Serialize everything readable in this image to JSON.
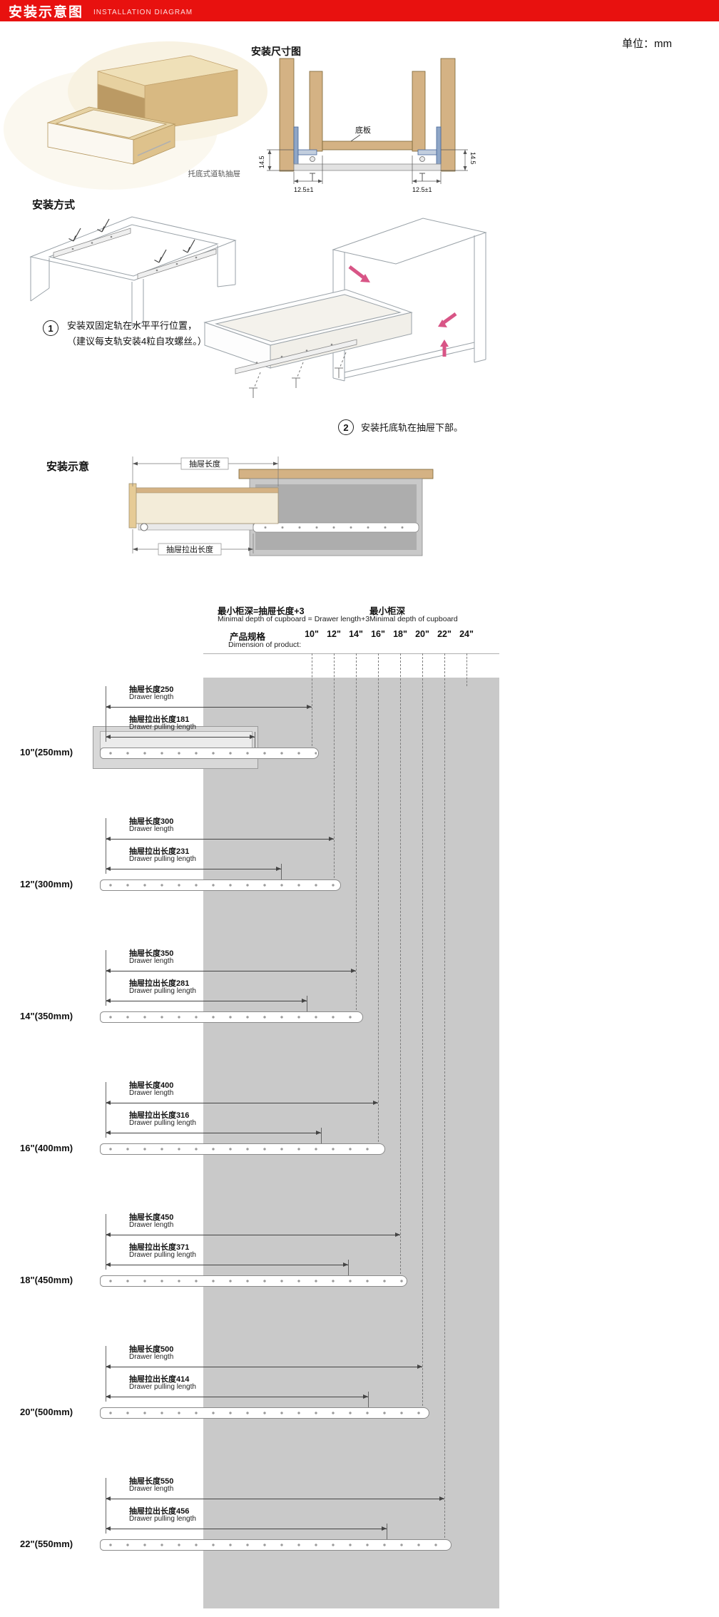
{
  "header": {
    "title_cn": "安装示意图",
    "title_en": "INSTALLATION DIAGRAM"
  },
  "unit_label": "单位：mm",
  "drawer_photo": {
    "caption": "托底式道轨抽屉"
  },
  "dimension_diagram": {
    "title": "安装尺寸图",
    "bottom_panel_label": "底板",
    "side_height": "14.5",
    "side_offset": "12.5±1"
  },
  "installation_method": {
    "title": "安装方式",
    "steps": [
      {
        "num": "1",
        "line1": "安装双固定轨在水平平行位置，",
        "line2": "（建议每支轨安装4粒自攻螺丝。）"
      },
      {
        "num": "2",
        "line1": "安装托底轨在抽屉下部。"
      }
    ]
  },
  "installation_sketch": {
    "title": "安装示意",
    "drawer_length_label": "抽屉长度",
    "pull_length_label": "抽屉拉出长度"
  },
  "chart_data": {
    "type": "table",
    "notes": [
      {
        "cn": "最小柜深=抽屉长度+3",
        "en": "Minimal depth of cupboard = Drawer length+3"
      },
      {
        "cn": "最小柜深",
        "en": "Minimal depth of cupboard"
      }
    ],
    "spec_header_cn": "产品规格",
    "spec_header_en": "Dimension of product:",
    "columns": [
      "10\"",
      "12\"",
      "14\"",
      "16\"",
      "18\"",
      "20\"",
      "22\"",
      "24\""
    ],
    "rows": [
      {
        "size_label": "10\"(250mm)",
        "drawer_length_mm": 250,
        "drawer_length_label": "抽屉长度250",
        "drawer_length_en": "Drawer length",
        "pull_length_mm": 181,
        "pull_length_label": "抽屉拉出长度181",
        "pull_length_en": "Drawer pulling length"
      },
      {
        "size_label": "12\"(300mm)",
        "drawer_length_mm": 300,
        "drawer_length_label": "抽屉长度300",
        "drawer_length_en": "Drawer length",
        "pull_length_mm": 231,
        "pull_length_label": "抽屉拉出长度231",
        "pull_length_en": "Drawer pulling length"
      },
      {
        "size_label": "14\"(350mm)",
        "drawer_length_mm": 350,
        "drawer_length_label": "抽屉长度350",
        "drawer_length_en": "Drawer length",
        "pull_length_mm": 281,
        "pull_length_label": "抽屉拉出长度281",
        "pull_length_en": "Drawer pulling length"
      },
      {
        "size_label": "16\"(400mm)",
        "drawer_length_mm": 400,
        "drawer_length_label": "抽屉长度400",
        "drawer_length_en": "Drawer length",
        "pull_length_mm": 316,
        "pull_length_label": "抽屉拉出长度316",
        "pull_length_en": "Drawer pulling length"
      },
      {
        "size_label": "18\"(450mm)",
        "drawer_length_mm": 450,
        "drawer_length_label": "抽屉长度450",
        "drawer_length_en": "Drawer length",
        "pull_length_mm": 371,
        "pull_length_label": "抽屉拉出长度371",
        "pull_length_en": "Drawer pulling length"
      },
      {
        "size_label": "20\"(500mm)",
        "drawer_length_mm": 500,
        "drawer_length_label": "抽屉长度500",
        "drawer_length_en": "Drawer length",
        "pull_length_mm": 414,
        "pull_length_label": "抽屉拉出长度414",
        "pull_length_en": "Drawer pulling length"
      },
      {
        "size_label": "22\"(550mm)",
        "drawer_length_mm": 550,
        "drawer_length_label": "抽屉长度550",
        "drawer_length_en": "Drawer length",
        "pull_length_mm": 456,
        "pull_length_label": "抽屉拉出长度456",
        "pull_length_en": "Drawer pulling length"
      }
    ]
  }
}
